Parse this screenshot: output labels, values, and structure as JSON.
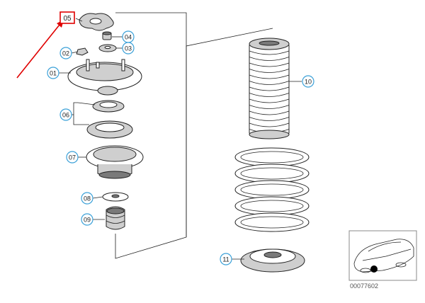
{
  "parts": [
    {
      "label": "05",
      "color": "#e00000"
    },
    {
      "label": "04",
      "color": "#3aa0d8"
    },
    {
      "label": "03",
      "color": "#3aa0d8"
    },
    {
      "label": "02",
      "color": "#3aa0d8"
    },
    {
      "label": "01",
      "color": "#3aa0d8"
    },
    {
      "label": "06",
      "color": "#3aa0d8"
    },
    {
      "label": "07",
      "color": "#3aa0d8"
    },
    {
      "label": "08",
      "color": "#3aa0d8"
    },
    {
      "label": "09",
      "color": "#3aa0d8"
    },
    {
      "label": "10",
      "color": "#3aa0d8"
    },
    {
      "label": "11",
      "color": "#3aa0d8"
    }
  ],
  "diagram_code": "00077602",
  "arrow_color": "#e00000"
}
